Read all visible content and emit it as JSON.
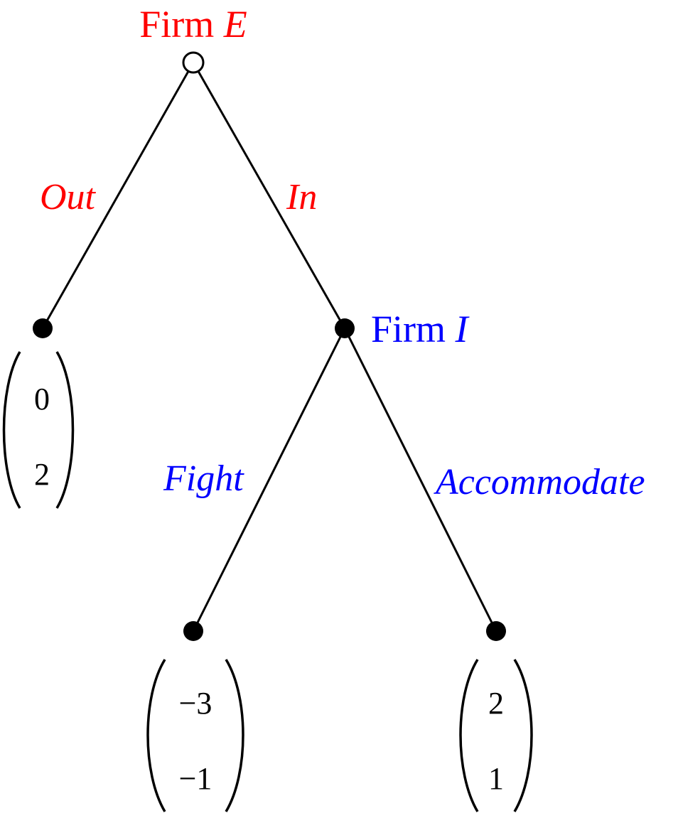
{
  "colors": {
    "player_e": "#ff0000",
    "player_i": "#0000ff",
    "line": "#000000"
  },
  "nodes": {
    "root": {
      "player_word": "Firm",
      "player_letter": "E",
      "marker": "hollow-circle"
    },
    "incumbent": {
      "player_word": "Firm",
      "player_letter": "I",
      "marker": "filled-circle"
    }
  },
  "actions": {
    "out": "Out",
    "in": "In",
    "fight": "Fight",
    "accommodate": "Accommodate"
  },
  "payoffs": {
    "out": {
      "top": "0",
      "bottom": "2"
    },
    "fight": {
      "top": "−3",
      "bottom": "−1"
    },
    "accommodate": {
      "top": "2",
      "bottom": "1"
    }
  }
}
